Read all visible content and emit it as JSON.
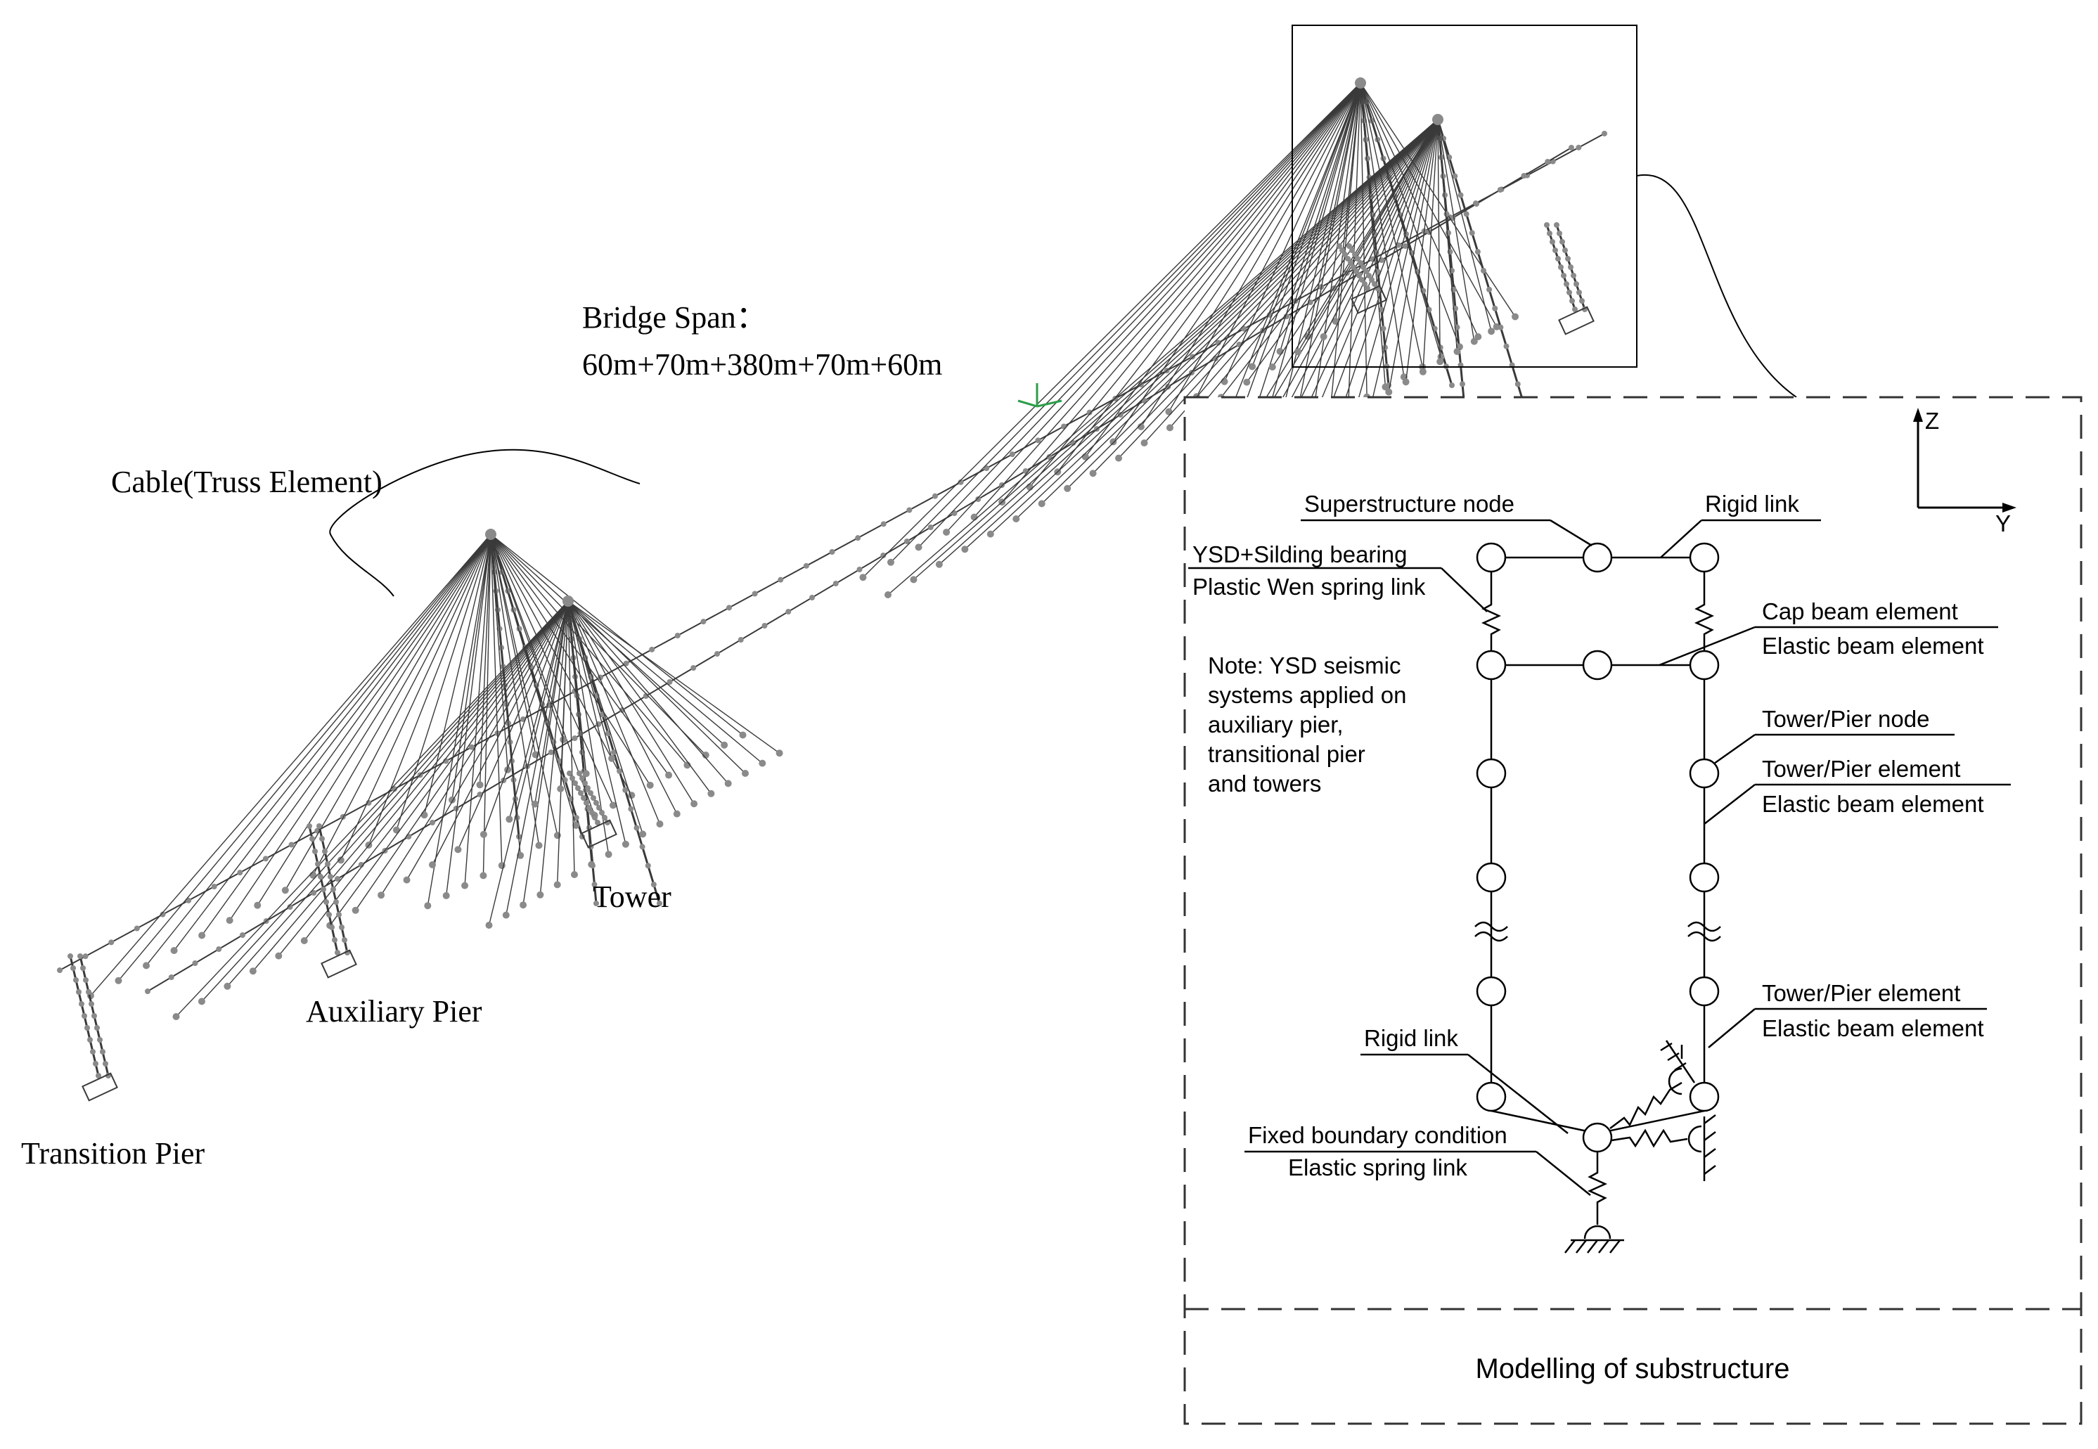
{
  "labels": {
    "bridge_span_title": "Bridge Span：",
    "bridge_span_value": "60m+70m+380m+70m+60m",
    "cable": "Cable(Truss Element)",
    "tower": "Tower",
    "auxiliary_pier": "Auxiliary Pier",
    "transition_pier": "Transition Pier"
  },
  "detail": {
    "axis_z": "Z",
    "axis_y": "Y",
    "superstructure_node": "Superstructure node",
    "rigid_link_top": "Rigid link",
    "ysd_bearing": "YSD+Silding bearing",
    "plastic_wen": "Plastic Wen spring link",
    "cap_beam": "Cap beam element",
    "elastic_beam_1": "Elastic beam element",
    "note_1": "Note: YSD seismic",
    "note_2": "systems applied on",
    "note_3": "auxiliary pier,",
    "note_4": "transitional pier",
    "note_5": "and towers",
    "tower_pier_node": "Tower/Pier node",
    "tower_pier_element_1": "Tower/Pier element",
    "elastic_beam_2": "Elastic beam element",
    "tower_pier_element_2": "Tower/Pier element",
    "elastic_beam_3": "Elastic beam element",
    "rigid_link_bottom": "Rigid link",
    "fixed_boundary": "Fixed boundary condition",
    "elastic_spring": "Elastic spring link",
    "caption": "Modelling of substructure"
  },
  "colors": {
    "line": "#000000",
    "model_line": "#3a3a3a",
    "node_fill": "#8a8a8a",
    "dash": "#333333",
    "axis_marker": "#2e9e4a"
  }
}
